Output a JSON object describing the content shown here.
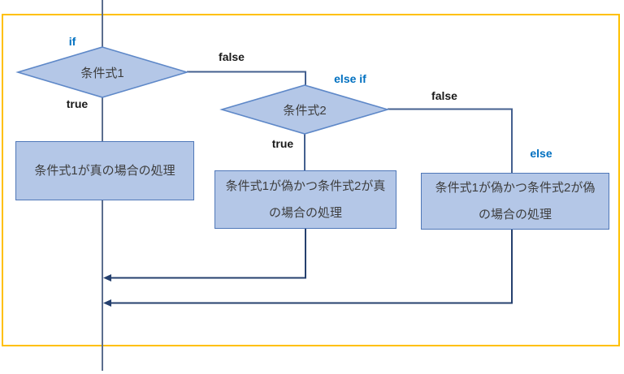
{
  "diagram": {
    "kind": "if-elseif-else-flowchart",
    "language": "ja"
  },
  "labels": {
    "if": "if",
    "true1": "true",
    "false1": "false",
    "else_if": "else if",
    "true2": "true",
    "false2": "false",
    "else": "else"
  },
  "nodes": {
    "decision1": "条件式1",
    "decision2": "条件式2",
    "process1": "条件式1が真の場合の処理",
    "process2_line1": "条件式1が偽かつ条件式2が真",
    "process2_line2": "の場合の処理",
    "process3_line1": "条件式1が偽かつ条件式2が偽",
    "process3_line2": "の場合の処理"
  },
  "colors": {
    "frame": "#FFC000",
    "keyword_blue": "#0070C0",
    "branch_black": "#1A1A1A",
    "shape_fill": "#B4C7E7",
    "shape_border": "#4F77B8",
    "main_line": "#5B6E8E",
    "connector": "#44608F",
    "merge_line": "#25406E"
  }
}
